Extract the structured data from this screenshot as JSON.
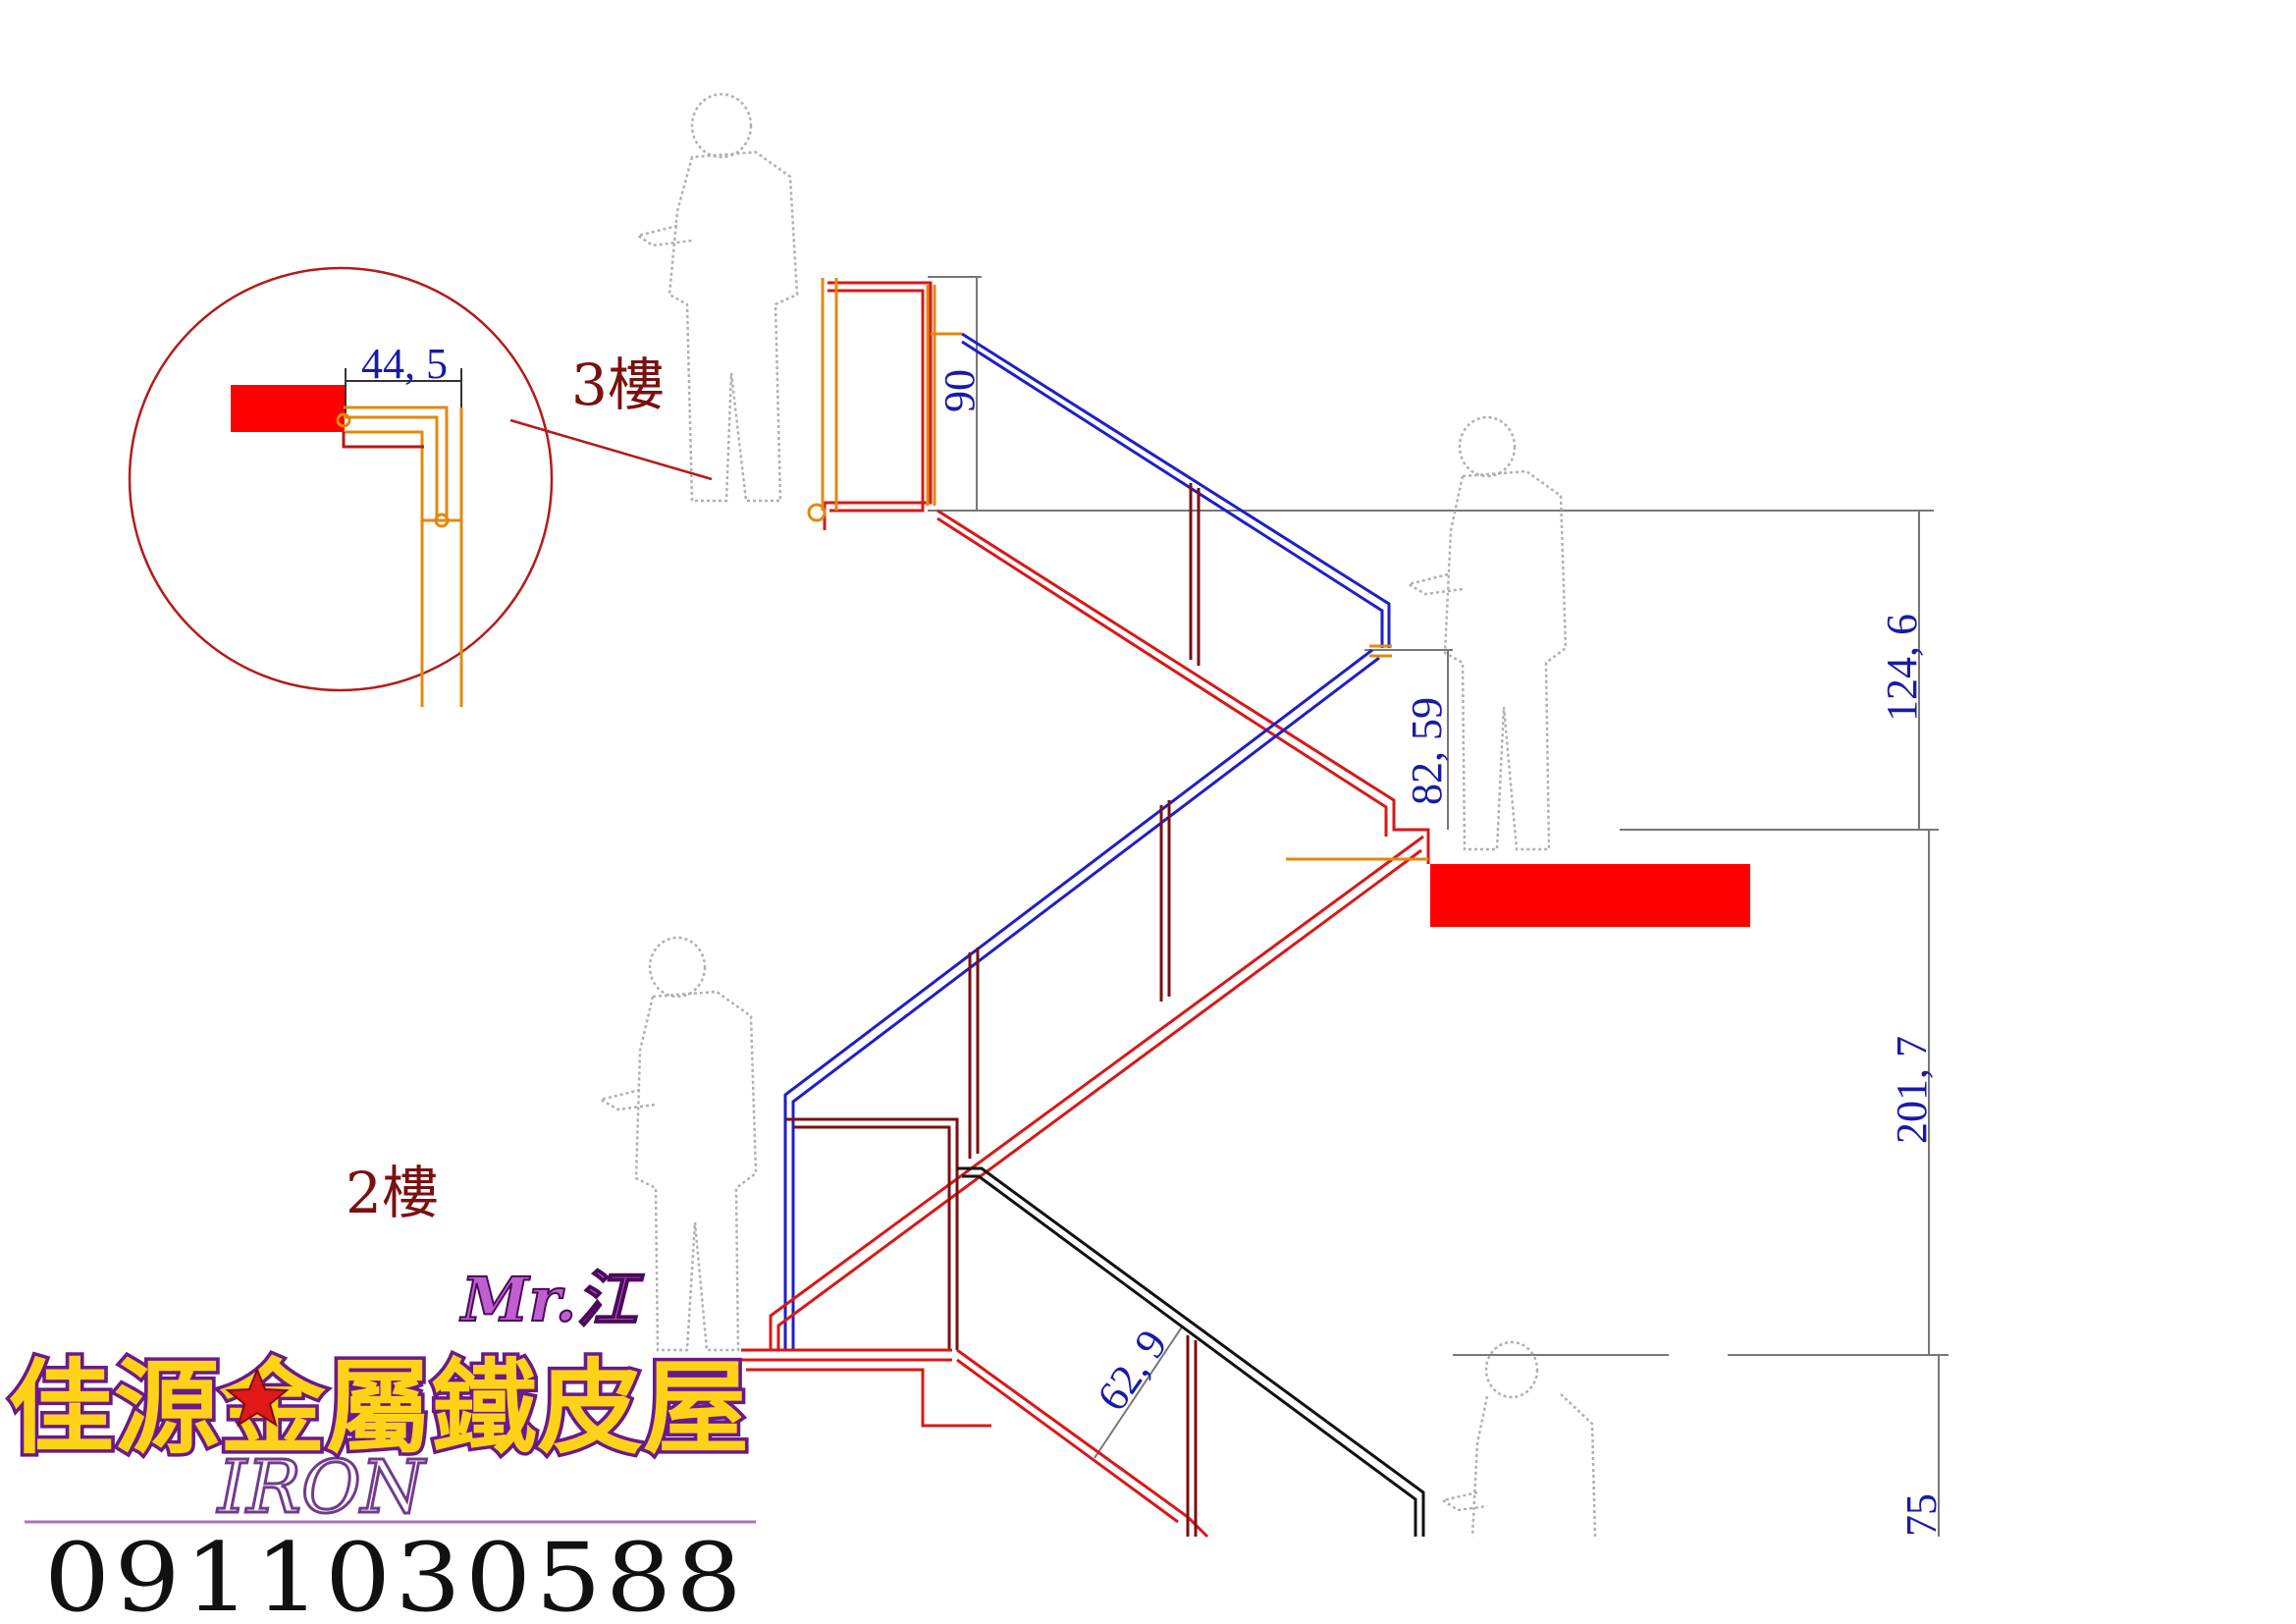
{
  "drawing": {
    "floor_labels": {
      "third": "3樓",
      "second": "2樓"
    },
    "dimensions": {
      "detail_width": "44, 5",
      "rail_height_top": "90",
      "rail_height_landing": "82, 59",
      "rail_height_lower": "62, 9",
      "total_height_upper": "124, 6",
      "total_height_middle": "201, 7",
      "total_height_lower": "75"
    },
    "colors": {
      "handrail": "#1f1fc8",
      "stringer": "#d81818",
      "post": "#7a1010",
      "slab": "#ff0000",
      "bracket": "#e08a10",
      "lower_rail": "#111111",
      "dimension_line": "#777777"
    }
  },
  "logo": {
    "mr": "Mr.江",
    "name": "佳源金屬鐵皮屋",
    "english": "IRON",
    "phone": "0911030588"
  }
}
